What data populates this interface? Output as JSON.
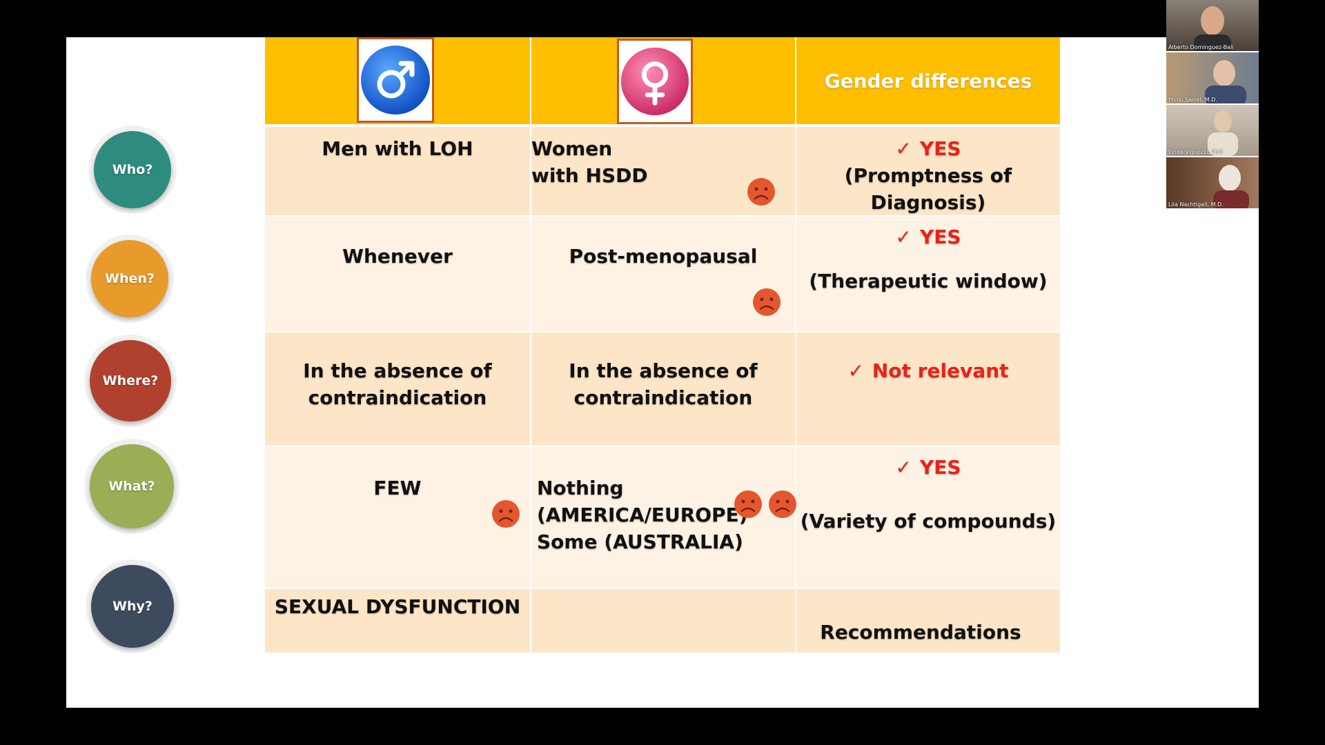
{
  "questions": {
    "who": "Who?",
    "when": "When?",
    "where": "Where?",
    "what": "What?",
    "why": "Why?"
  },
  "header": {
    "male_icon": "male-symbol-icon",
    "female_icon": "female-symbol-icon",
    "gender_differences": "Gender differences"
  },
  "rows": {
    "who": {
      "men": "Men with LOH",
      "women_line1": "Women",
      "women_line2": "with HSDD",
      "diff_yes": "YES",
      "diff_note": "(Promptness of Diagnosis)"
    },
    "when": {
      "men": "Whenever",
      "women": "Post-menopausal",
      "diff_yes": "YES",
      "diff_note": "(Therapeutic window)"
    },
    "where": {
      "men_line1": "In the absence of",
      "men_line2": "contraindication",
      "women_line1": "In the absence of",
      "women_line2": "contraindication",
      "diff_text": "Not relevant"
    },
    "what": {
      "men": "FEW",
      "women_line1": "Nothing",
      "women_line2": "(AMERICA/EUROPE)",
      "women_line3": "Some (AUSTRALIA)",
      "diff_yes": "YES",
      "diff_note": "(Variety of compounds)"
    },
    "why": {
      "men": "SEXUAL DYSFUNCTION",
      "women": "",
      "diff": "Recommendations"
    }
  },
  "check_mark": "✓",
  "participants": [
    {
      "name": "Alberto Dominguez-Bali"
    },
    {
      "name": "Philip Sarrel, M.D."
    },
    {
      "name": "Linda Vignozzi, PhD"
    },
    {
      "name": "Lila Nachtigall, M.D."
    }
  ],
  "colors": {
    "header": "#FFBE00",
    "row_dark": "#FDE6C8",
    "row_light": "#FEF2E4",
    "who": "#2E8C7E",
    "when": "#E89A2A",
    "where": "#B1412F",
    "what": "#99AE55",
    "why": "#3E4A5E",
    "accent_red": "#E8231A",
    "male_blue": "#1565E0",
    "female_pink": "#E23C77"
  }
}
